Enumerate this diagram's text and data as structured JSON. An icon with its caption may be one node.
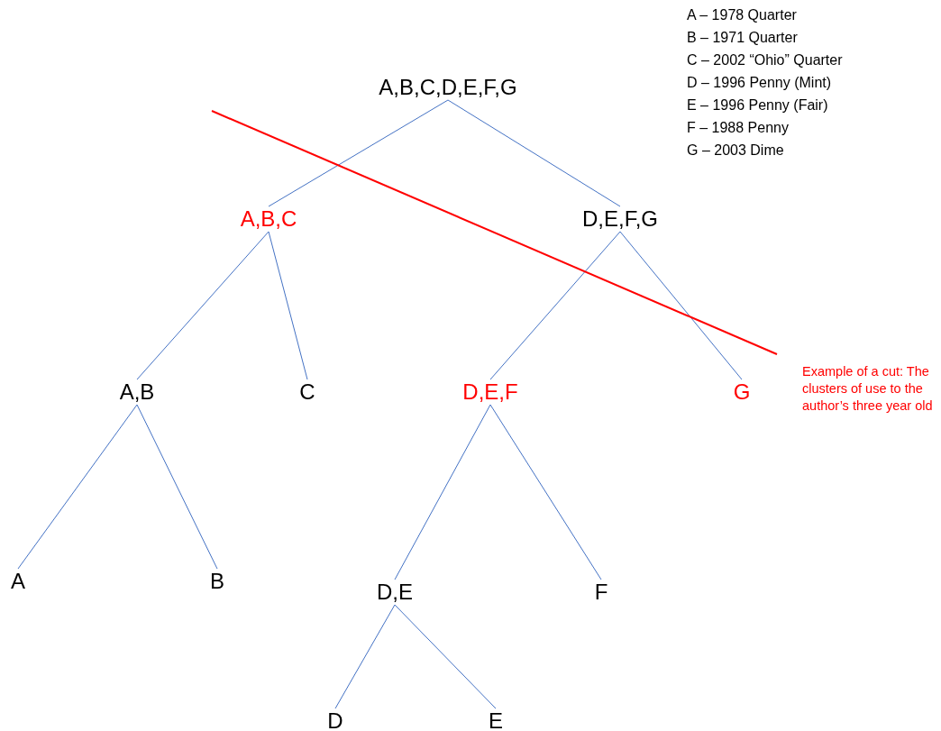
{
  "diagram": {
    "nodes": [
      {
        "text": [
          "A,B,C,D,E,F,G"
        ]
      },
      {
        "text": [
          "A,B,C"
        ]
      },
      {
        "text": [
          "D,E,F,G"
        ]
      },
      {
        "text": [
          "A,B"
        ]
      },
      {
        "text": [
          "C"
        ]
      },
      {
        "text": [
          "D,E,F"
        ]
      },
      {
        "text": [
          "G"
        ]
      },
      {
        "text": [
          "A"
        ]
      },
      {
        "text": [
          "B"
        ]
      },
      {
        "text": [
          "D,E"
        ]
      },
      {
        "text": [
          "F"
        ]
      },
      {
        "text": [
          "D"
        ]
      },
      {
        "text": [
          "E"
        ]
      }
    ],
    "edges": [
      {
        "from": 0,
        "to": 1,
        "arrow": "none"
      },
      {
        "from": 0,
        "to": 2,
        "arrow": "none"
      },
      {
        "from": 1,
        "to": 3,
        "arrow": "none"
      },
      {
        "from": 1,
        "to": 4,
        "arrow": "none"
      },
      {
        "from": 2,
        "to": 5,
        "arrow": "none"
      },
      {
        "from": 2,
        "to": 6,
        "arrow": "none"
      },
      {
        "from": 3,
        "to": 7,
        "arrow": "none"
      },
      {
        "from": 3,
        "to": 8,
        "arrow": "none"
      },
      {
        "from": 5,
        "to": 9,
        "arrow": "none"
      },
      {
        "from": 5,
        "to": 10,
        "arrow": "none"
      },
      {
        "from": 9,
        "to": 11,
        "arrow": "none"
      },
      {
        "from": 9,
        "to": 12,
        "arrow": "none"
      }
    ],
    "labels": [
      "A – 1978 Quarter",
      "B – 1971 Quarter",
      "C – 2002 “Ohio” Quarter",
      "D – 1996 Penny (Mint)",
      "E – 1996 Penny (Fair)",
      "F – 1988 Penny",
      "G – 2003 Dime",
      "Example of a cut: The clusters of use to the author’s three year old"
    ]
  }
}
